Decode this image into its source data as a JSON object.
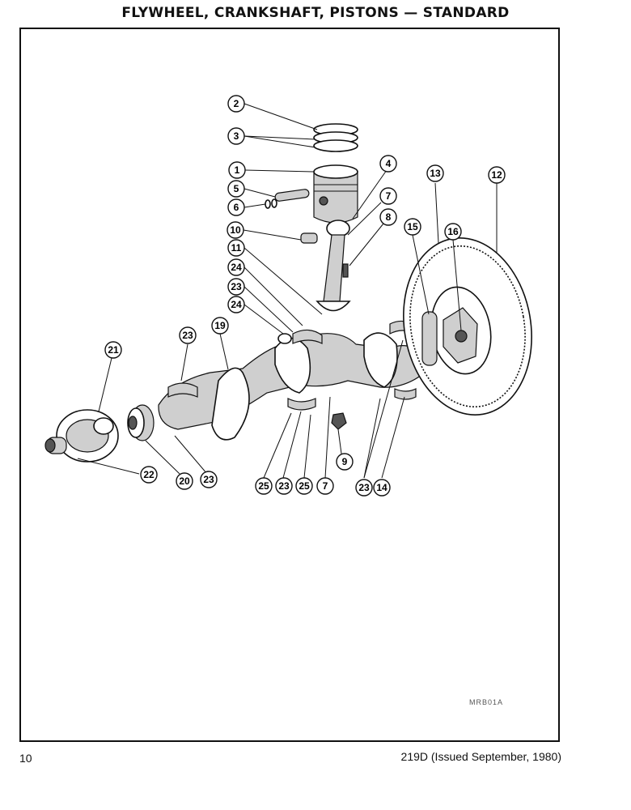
{
  "header": {
    "title": "FLYWHEEL, CRANKSHAFT, PISTONS — STANDARD"
  },
  "footer": {
    "page_number": "10",
    "doc_ref": "219D (Issued September, 1980)"
  },
  "figure": {
    "code": "MRB01A"
  },
  "callouts": {
    "c1": "1",
    "c2": "2",
    "c3": "3",
    "c4": "4",
    "c5": "5",
    "c6": "6",
    "c7a": "7",
    "c7b": "7",
    "c8": "8",
    "c9": "9",
    "c10": "10",
    "c11": "11",
    "c12": "12",
    "c13": "13",
    "c14": "14",
    "c15": "15",
    "c16": "16",
    "c19": "19",
    "c20": "20",
    "c21": "21",
    "c22": "22",
    "c23a": "23",
    "c23b": "23",
    "c23c": "23",
    "c23d": "23",
    "c23e": "23",
    "c24a": "24",
    "c24b": "24",
    "c25a": "25",
    "c25b": "25"
  }
}
